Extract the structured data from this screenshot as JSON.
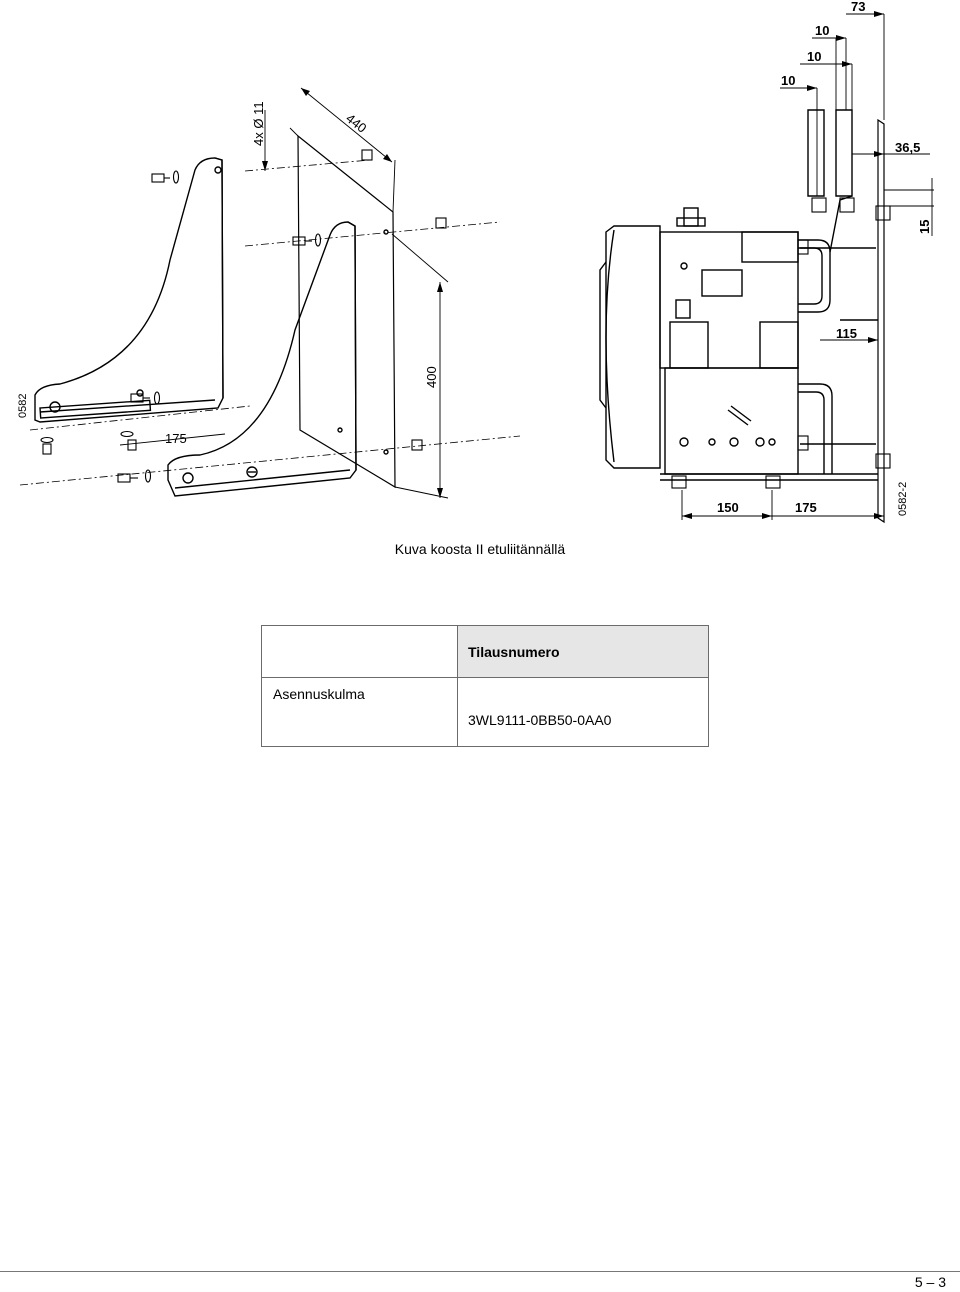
{
  "figure": {
    "left_id": "0582",
    "right_id": "0582-2",
    "hole_spec": "4x Ø 11",
    "dim_width": "440",
    "dim_height": "400",
    "dim_depth_left": "175",
    "dim_73": "73",
    "dim_10_a": "10",
    "dim_10_b": "10",
    "dim_10_c": "10",
    "dim_36_5": "36,5",
    "dim_15": "15",
    "dim_115": "115",
    "dim_150": "150",
    "dim_175_right": "175"
  },
  "caption": "Kuva koosta II etuliitännällä",
  "table": {
    "header": "Tilausnumero",
    "row_label": "Asennuskulma",
    "row_value": "3WL9111-0BB50-0AA0"
  },
  "footer": {
    "page": "5 – 3"
  }
}
